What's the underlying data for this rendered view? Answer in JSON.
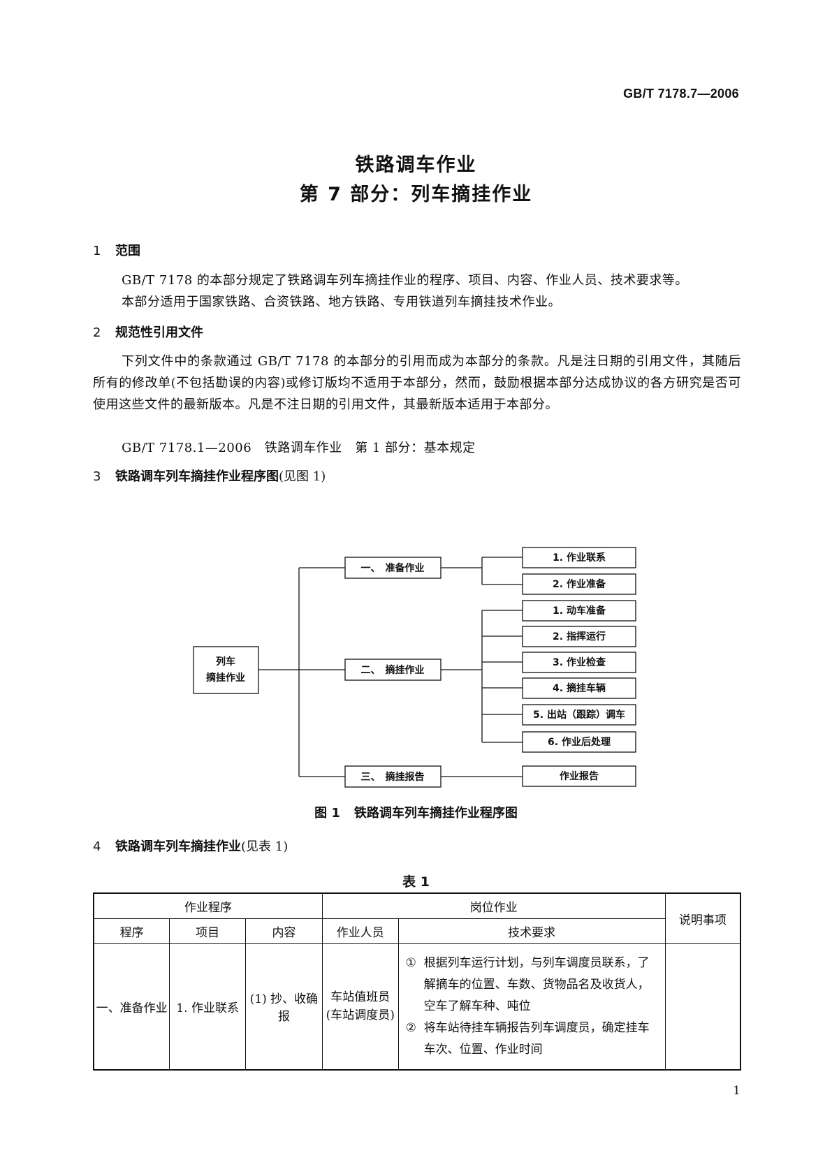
{
  "header": {
    "std_code": "GB/T 7178.7—2006"
  },
  "title": {
    "line1": "铁路调车作业",
    "line2": "第 7 部分：列车摘挂作业"
  },
  "sec1": {
    "num": "1",
    "title": "范围",
    "p1": "GB/T 7178 的本部分规定了铁路调车列车摘挂作业的程序、项目、内容、作业人员、技术要求等。",
    "p2": "本部分适用于国家铁路、合资铁路、地方铁路、专用铁道列车摘挂技术作业。"
  },
  "sec2": {
    "num": "2",
    "title": "规范性引用文件",
    "p1": "下列文件中的条款通过 GB/T 7178 的本部分的引用而成为本部分的条款。凡是注日期的引用文件，其随后所有的修改单(不包括勘误的内容)或修订版均不适用于本部分，然而，鼓励根据本部分达成协议的各方研究是否可使用这些文件的最新版本。凡是不注日期的引用文件，其最新版本适用于本部分。",
    "ref": "GB/T 7178.1—2006　铁路调车作业　第 1 部分：基本规定"
  },
  "sec3": {
    "num": "3",
    "title": "铁路调车列车摘挂作业程序图",
    "suffix": "(见图 1)"
  },
  "diagram": {
    "root": [
      "列车",
      "摘挂作业"
    ],
    "groups": [
      {
        "label": "一、　准备作业",
        "items": [
          "1. 作业联系",
          "2. 作业准备"
        ]
      },
      {
        "label": "二、　摘挂作业",
        "items": [
          "1. 动车准备",
          "2. 指挥运行",
          "3. 作业检查",
          "4. 摘挂车辆",
          "5. 出站（跟踪）调车",
          "6. 作业后处理"
        ]
      },
      {
        "label": "三、　摘挂报告",
        "items": [
          "作业报告"
        ]
      }
    ]
  },
  "figure": {
    "label": "图 1",
    "caption": "铁路调车列车摘挂作业程序图"
  },
  "sec4": {
    "num": "4",
    "title": "铁路调车列车摘挂作业",
    "suffix": "(见表 1)"
  },
  "table": {
    "caption": "表 1",
    "group1": "作业程序",
    "group2": "岗位作业",
    "notes_header": "说明事项",
    "cols": [
      "程序",
      "项目",
      "内容",
      "作业人员",
      "技术要求"
    ],
    "row": {
      "procedure": "一、准备作业",
      "item": "1. 作业联系",
      "content": "(1) 抄、收确报",
      "staff1": "车站值班员",
      "staff2": "(车站调度员)",
      "req": [
        {
          "mark": "①",
          "text": "根据列车运行计划，与列车调度员联系，了解摘车的位置、车数、货物品名及收货人，空车了解车种、吨位"
        },
        {
          "mark": "②",
          "text": "将车站待挂车辆报告列车调度员，确定挂车车次、位置、作业时间"
        }
      ],
      "notes": ""
    }
  },
  "page_number": "1"
}
